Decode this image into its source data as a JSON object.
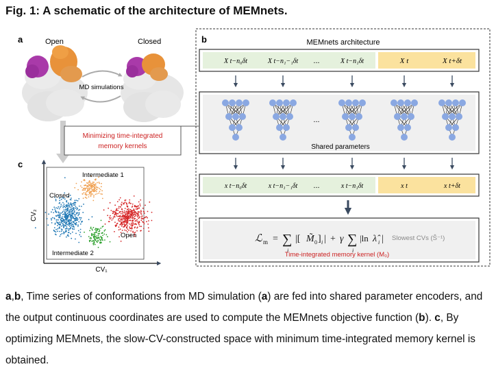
{
  "figure": {
    "title": "Fig. 1: A schematic of the architecture of MEMnets.",
    "panel_a": {
      "label": "a",
      "open_label": "Open",
      "closed_label": "Closed",
      "md_label": "MD simulations",
      "arrow_label_line1": "Minimizing time-integrated",
      "arrow_label_line2": "memory kernels"
    },
    "panel_b": {
      "label": "b",
      "title": "MEMnets architecture",
      "inputs": [
        "X t−n₀δt",
        "X t−n₁−₁δt",
        "X t−n₁δt",
        "X t",
        "X t+δt"
      ],
      "outputs": [
        "x t−n₀δt",
        "x t−n₁−₁δt",
        "x t−n₁δt",
        "x t",
        "x t+δt"
      ],
      "ellipsis": "...",
      "shared_label": "Shared parameters",
      "slowest_cvs": "Slowest CVs (Ŝ⁻¹)",
      "memory_kernel_label": "Time-integrated memory kernel (M₀)"
    },
    "panel_c": {
      "label": "c",
      "xlabel": "CV₁",
      "ylabel": "CV₂",
      "clusters": [
        {
          "name": "Closed",
          "color": "#1f77b4"
        },
        {
          "name": "Intermediate 1",
          "color": "#f0a050"
        },
        {
          "name": "Open",
          "color": "#d62728"
        },
        {
          "name": "Intermediate 2",
          "color": "#2ca02c"
        }
      ]
    }
  },
  "caption": {
    "p1": "a",
    "p2": ",",
    "p3": "b",
    "p4": ", Time series of conformations from MD simulation (",
    "p5": "a",
    "p6": ") are fed into shared parameter encoders, and the output continuous coordinates are used to compute the MEMnets objective function (",
    "p7": "b",
    "p8": "). ",
    "p9": "c",
    "p10": ", By optimizing MEMnets, the slow-CV-constructed space with minimum time-integrated memory kernel is obtained."
  },
  "colors": {
    "input_green": "#e5f1dd",
    "input_yellow": "#fbe29e",
    "node_blue": "#8aa8e2",
    "arrow_red_text": "#cc2222",
    "open_orange": "#e8923a",
    "ligand_purple": "#a83aa8"
  }
}
